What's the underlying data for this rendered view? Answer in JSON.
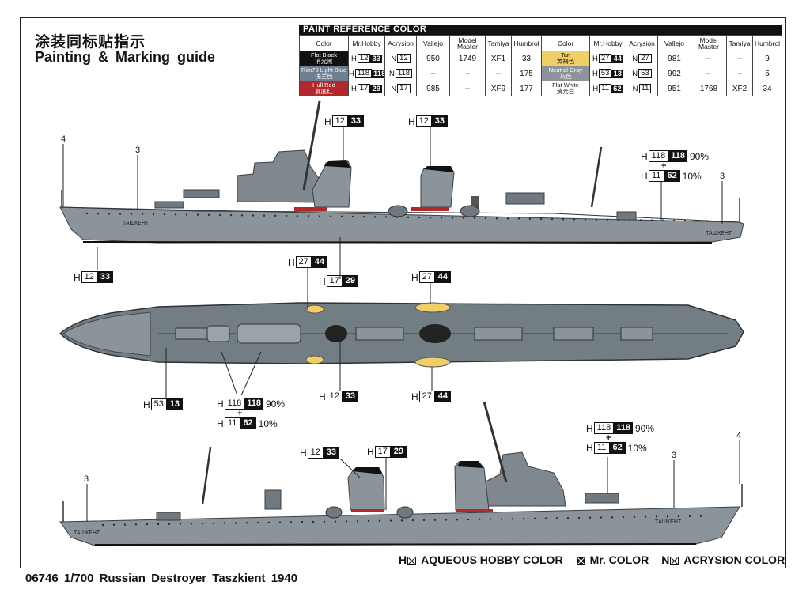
{
  "header": {
    "title_cn": "涂装同标贴指示",
    "title_en": "Painting & Marking guide"
  },
  "paint_table": {
    "heading": "PAINT REFERENCE COLOR",
    "columns": [
      "Color",
      "Mr.Hobby",
      "Acrysion",
      "Vallejo",
      "Model Master",
      "Tamiya",
      "Humbrol"
    ],
    "left_rows": [
      {
        "name": "Flat Black",
        "name_cn": "消光黑",
        "swatch": "#111111",
        "h_white": "12",
        "h_black": "33",
        "n": "12",
        "vallejo": "950",
        "model_master": "1749",
        "tamiya": "XF1",
        "humbrol": "33"
      },
      {
        "name": "Rim78 Light Blue",
        "name_cn": "浅兰色",
        "swatch": "#6e7f92",
        "h_white": "118",
        "h_black": "118",
        "n": "118",
        "vallejo": "--",
        "model_master": "--",
        "tamiya": "--",
        "humbrol": "175"
      },
      {
        "name": "Hull Red",
        "name_cn": "舰底红",
        "swatch": "#b3282d",
        "h_white": "17",
        "h_black": "29",
        "n": "17",
        "vallejo": "985",
        "model_master": "--",
        "tamiya": "XF9",
        "humbrol": "177"
      }
    ],
    "right_rows": [
      {
        "name": "Tan",
        "name_cn": "黄褐色",
        "swatch": "#f0cf68",
        "h_white": "27",
        "h_black": "44",
        "n": "27",
        "vallejo": "981",
        "model_master": "--",
        "tamiya": "--",
        "humbrol": "9"
      },
      {
        "name": "Neutral Gray",
        "name_cn": "灰色",
        "swatch": "#8a949a",
        "h_white": "53",
        "h_black": "13",
        "n": "53",
        "vallejo": "992",
        "model_master": "--",
        "tamiya": "--",
        "humbrol": "5"
      },
      {
        "name": "Flat White",
        "name_cn": "消光白",
        "swatch": "#ffffff",
        "h_white": "11",
        "h_black": "62",
        "n": "11",
        "vallejo": "951",
        "model_master": "1768",
        "tamiya": "XF2",
        "humbrol": "34"
      }
    ]
  },
  "callouts": {
    "h_prefix": "H",
    "mix_pct_a": "90%",
    "mix_pct_b": "10%",
    "plus": "+",
    "c_black": {
      "w": "12",
      "k": "33"
    },
    "c_tan": {
      "w": "27",
      "k": "44"
    },
    "c_red": {
      "w": "17",
      "k": "29"
    },
    "c_gray": {
      "w": "53",
      "k": "13"
    },
    "c_blue": {
      "w": "118",
      "k": "118"
    },
    "c_white": {
      "w": "11",
      "k": "62"
    }
  },
  "part_numbers": {
    "n3": "3",
    "n4": "4"
  },
  "ship_name_marking": "ТАШКЕНТ",
  "legend": {
    "aqueous": "AQUEOUS HOBBY COLOR",
    "mr_color": "Mr. COLOR",
    "acrysion": "ACRYSION COLOR",
    "h": "H",
    "n": "N"
  },
  "footer": {
    "product": "06746  1/700  Russian Destroyer Taszkient 1940"
  },
  "colors": {
    "hull_gray": "#8a949a",
    "deck_gray": "#727d84",
    "hull_red": "#b3282d",
    "tan": "#f0cf68",
    "black": "#111111"
  }
}
